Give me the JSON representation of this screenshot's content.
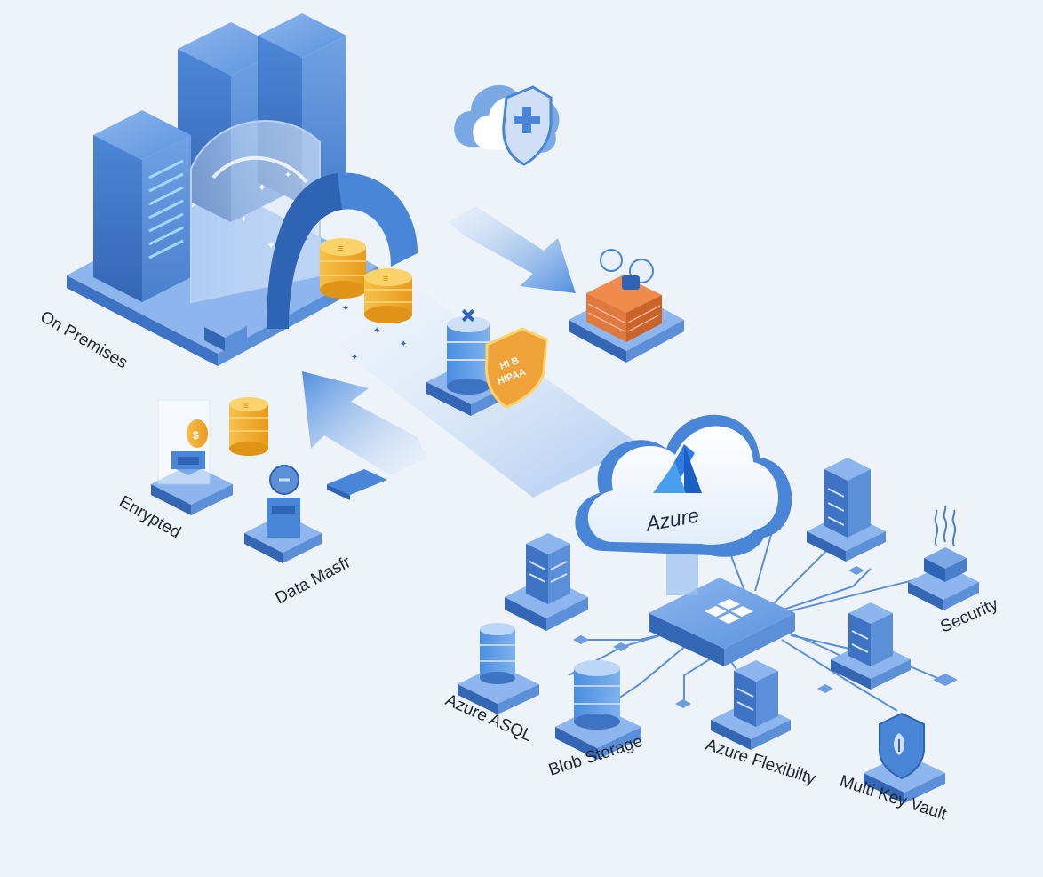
{
  "labels": {
    "on_premises": "On Premises",
    "encrypted": "Enrypted",
    "data_transfer": "Data Masfr",
    "azure_sql": "Azure ASQL",
    "blob_storage": "Blob Storage",
    "azure_flexibility": "Azure Flexibilty",
    "key_vault": "Multi Key Vault",
    "security": "Security",
    "cloud_brand": "Azure"
  },
  "badge": {
    "line1": "HI B",
    "line2": "HIPAA"
  },
  "colors": {
    "background": "#eef3fa",
    "primary_blue": "#4a86d8",
    "dark_blue": "#2f63b3",
    "light_blue": "#9cc0ee",
    "gold": "#f5b530",
    "orange_badge": "#f0a23a",
    "brick": "#e0793f"
  },
  "icons": [
    "server-rack-icon",
    "tunnel-icon",
    "coin-stack-icon",
    "shield-plus-icon",
    "firewall-icon",
    "database-icon",
    "hipaa-shield-icon",
    "cloud-icon",
    "azure-logo-icon",
    "windows-logo-icon",
    "lock-icon",
    "key-icon",
    "flame-icon"
  ]
}
